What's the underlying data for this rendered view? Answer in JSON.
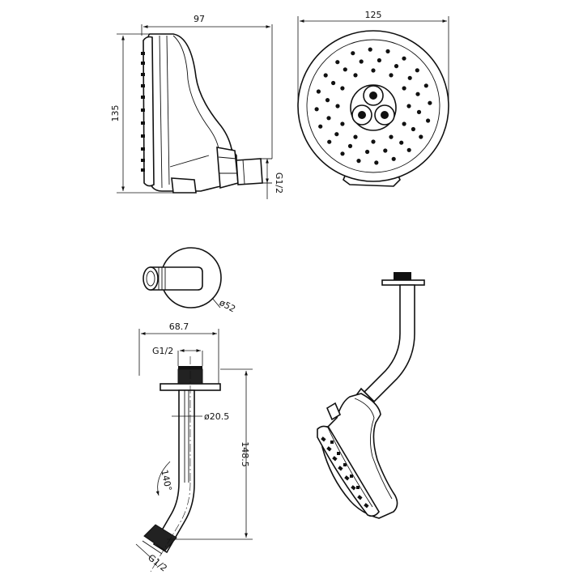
{
  "views": {
    "side_view": {
      "width_label": "97",
      "height_label": "135",
      "thread_label": "G1/2"
    },
    "front_view": {
      "diameter_label": "125"
    },
    "wall_flange_view": {
      "diameter_label": "ø52"
    },
    "arm_view": {
      "width_label": "68.7",
      "top_thread_label": "G1/2",
      "pipe_diameter_label": "ø20.5",
      "height_label": "148.5",
      "bend_label": "140°",
      "bottom_thread_label": "G1/2"
    }
  }
}
